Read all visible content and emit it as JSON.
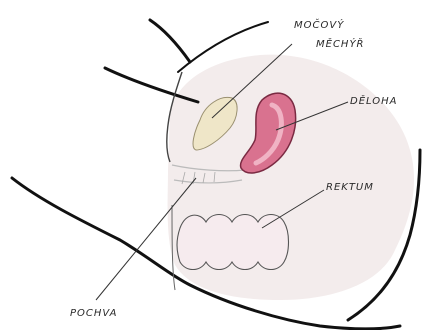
{
  "labels": {
    "mocovy": "MOČOVÝ",
    "mechyr": "MĚCHÝŘ",
    "deloha": "DĚLOHA",
    "rektum": "REKTUM",
    "pochva": "POCHVA"
  },
  "colors": {
    "body_fill": "#f3ecec",
    "outline": "#111111",
    "bladder": "#efe6c8",
    "uterus": "#d9728f",
    "uterus_inner": "#f0b3c4",
    "rectum": "#f6ebee",
    "leader": "#333333"
  }
}
